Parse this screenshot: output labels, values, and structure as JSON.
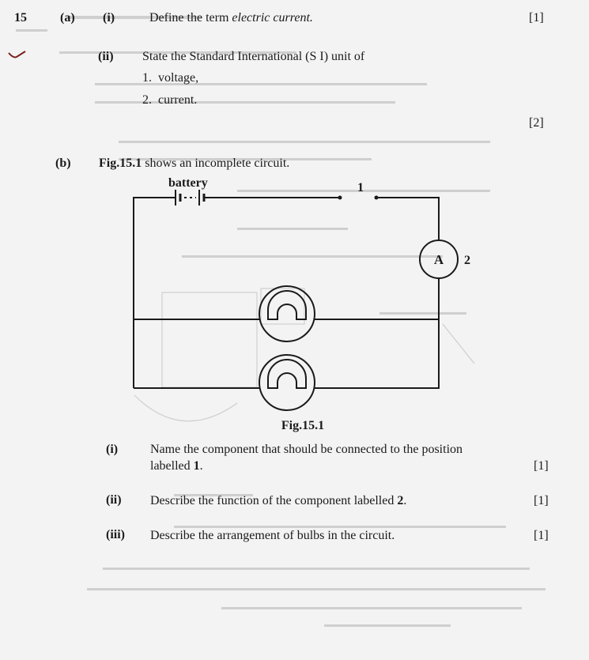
{
  "question": {
    "number": "15",
    "part_a": {
      "label": "(a)",
      "i": {
        "label": "(i)",
        "text_before": "Define the term ",
        "text_em": "electric current.",
        "marks": "[1]"
      },
      "ii": {
        "label": "(ii)",
        "text": "State the Standard International (S I) unit of",
        "items": [
          "1.  voltage,",
          "2.  current."
        ],
        "marks": "[2]"
      }
    },
    "part_b": {
      "label": "(b)",
      "intro_bold": "Fig.15.1",
      "intro_rest": " shows an incomplete circuit.",
      "figure": {
        "battery_label": "battery",
        "position_1_label": "1",
        "ammeter_symbol": "A",
        "position_2_label": "2",
        "caption": "Fig.15.1"
      },
      "i": {
        "label": "(i)",
        "line1": "Name the component that should be connected to the position",
        "line2_text": "labelled ",
        "line2_bold": "1",
        "line2_end": ".",
        "marks": "[1]"
      },
      "ii": {
        "label": "(ii)",
        "text_before": "Describe the function of the component labelled ",
        "text_bold": "2",
        "text_end": ".",
        "marks": "[1]"
      },
      "iii": {
        "label": "(iii)",
        "text": "Describe the arrangement of bulbs in the circuit.",
        "marks": "[1]"
      }
    }
  },
  "colors": {
    "ink": "#1a1a1a",
    "paper": "#f3f3f3",
    "bleed_through": "#c4c4c4"
  }
}
